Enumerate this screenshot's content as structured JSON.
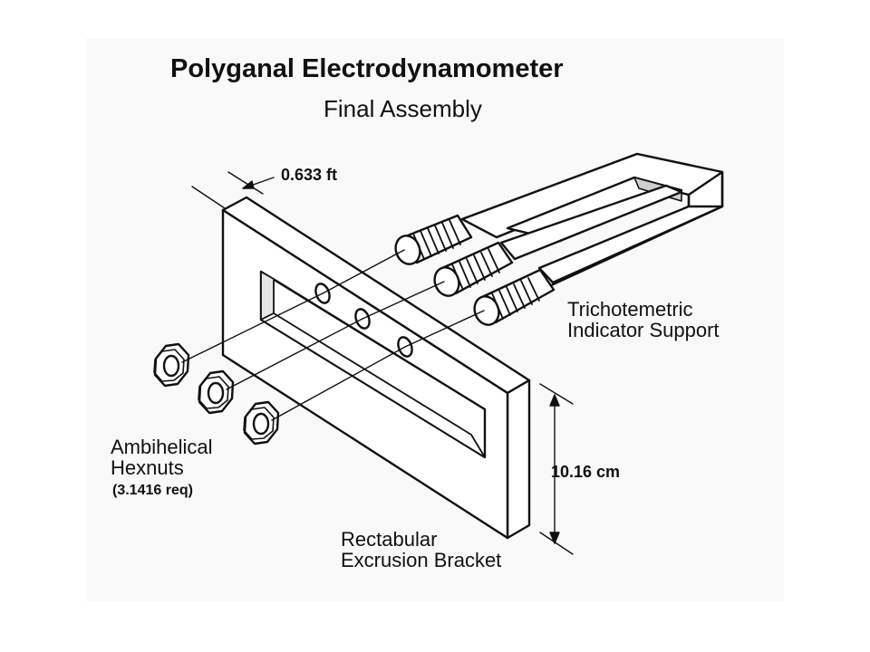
{
  "diagram": {
    "title": "Polyganal Electrodynamometer",
    "subtitle": "Final Assembly",
    "labels": {
      "support_line1": "Trichotemetric",
      "support_line2": "Indicator Support",
      "hexnuts_line1": "Ambihelical",
      "hexnuts_line2": "Hexnuts",
      "hexnuts_qty": "(3.1416 req)",
      "bracket_line1": "Rectabular",
      "bracket_line2": "Excrusion Bracket"
    },
    "dimensions": {
      "depth": "0.633 ft",
      "height": "10.16 cm"
    }
  }
}
